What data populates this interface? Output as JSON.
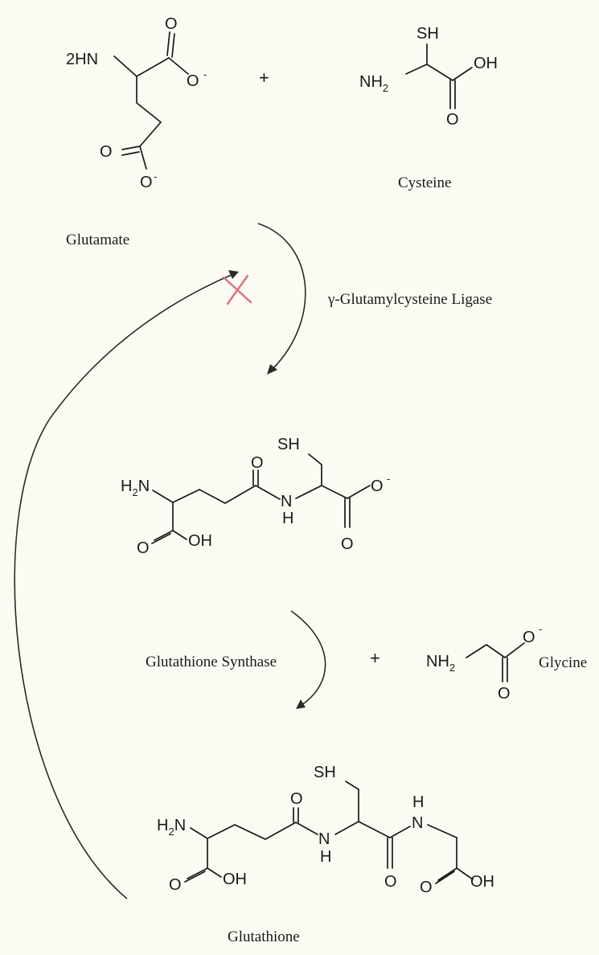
{
  "glutamate": {
    "name": "Glutamate",
    "amine": "2HN",
    "alpha_carbonyl_o": "O",
    "alpha_carboxylate_o": "O",
    "side_carbonyl_o": "O",
    "side_carboxylate_o": "O",
    "charge": "-"
  },
  "plus_top": "+",
  "cysteine": {
    "name": "Cysteine",
    "thiol": "SH",
    "amine_nh": "NH",
    "amine_sub": "2",
    "hydroxyl": "OH",
    "carbonyl_o": "O"
  },
  "enzyme_1": "γ-Glutamylcysteine Ligase",
  "dipeptide": {
    "amine_h": "H",
    "amine_sub": "2",
    "amine_n": "N",
    "thiol": "SH",
    "amide_o": "O",
    "amide_n": "N",
    "amide_h": "H",
    "carboxylate_o": "O",
    "carbonyl_o": "O",
    "acid_o": "O",
    "acid_oh": "OH",
    "charge": "-"
  },
  "enzyme_2": "Glutathione Synthase",
  "plus_bottom": "+",
  "glycine": {
    "name": "Glycine",
    "amine_nh": "NH",
    "amine_sub": "2",
    "carboxylate_o": "O",
    "carbonyl_o": "O",
    "charge": "-"
  },
  "glutathione": {
    "name": "Glutathione",
    "amine_h": "H",
    "amine_sub": "2",
    "amine_n": "N",
    "thiol": "SH",
    "amide1_o": "O",
    "amide1_n": "N",
    "amide1_h": "H",
    "amide2_h": "H",
    "amide2_n": "N",
    "amide2_o": "O",
    "acid1_o": "O",
    "acid1_oh": "OH",
    "acid2_o": "O",
    "acid2_oh": "OH"
  }
}
